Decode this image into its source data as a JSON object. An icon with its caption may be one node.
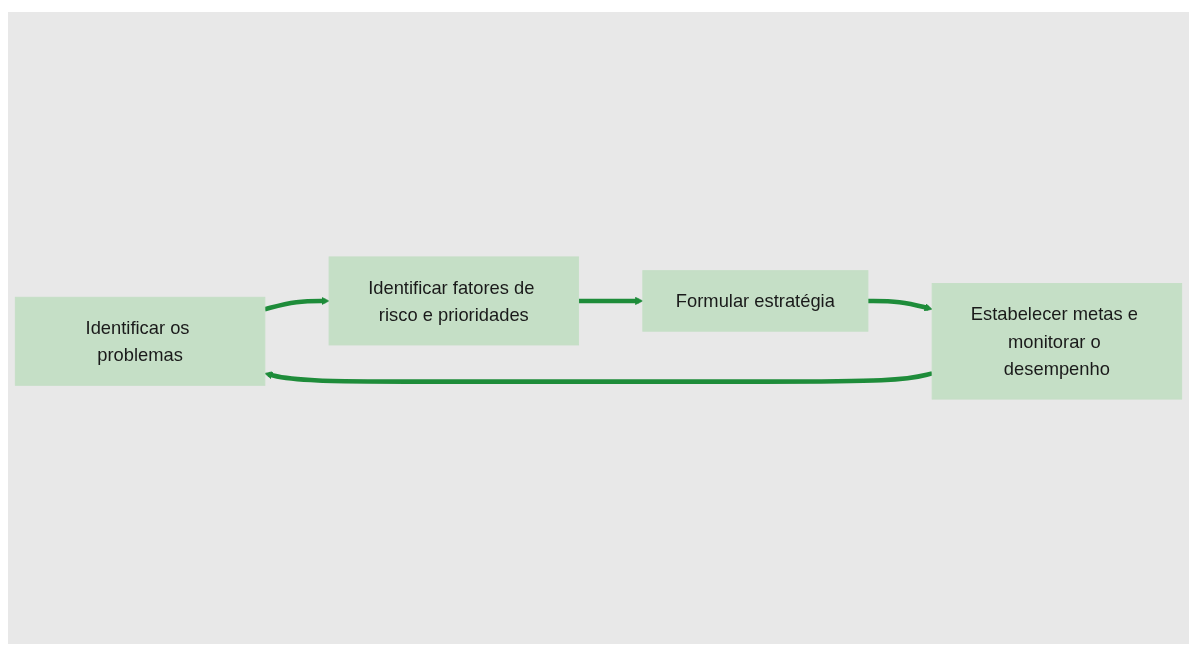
{
  "diagram": {
    "nodes": [
      {
        "text": [
          "Identificar os problemas"
        ]
      },
      {
        "text": [
          "Identificar fatores de risco e prioridades"
        ]
      },
      {
        "text": [
          "Formular estratégia"
        ]
      },
      {
        "text": [
          "Estabelecer metas e monitorar o desempenho"
        ]
      }
    ],
    "edges": [
      {
        "from": 0,
        "to": 1,
        "arrow": "to"
      },
      {
        "from": 1,
        "to": 2,
        "arrow": "to"
      },
      {
        "from": 2,
        "to": 3,
        "arrow": "to"
      },
      {
        "from": 3,
        "to": 0,
        "arrow": "to"
      }
    ]
  }
}
